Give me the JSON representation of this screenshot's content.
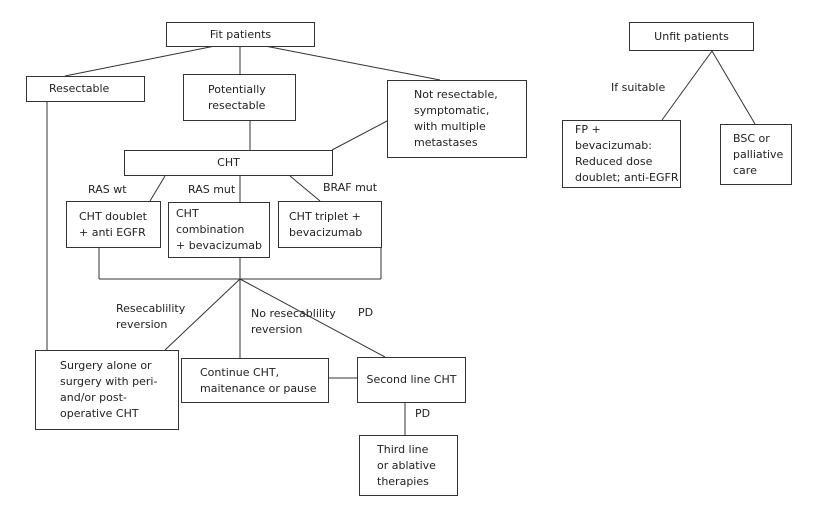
{
  "boxes": {
    "fit_patients": "Fit patients",
    "unfit_patients": "Unfit patients",
    "resectable": "Resectable",
    "potentially_resectable": "Potentially\nresectable",
    "not_resectable": "Not resectable,\nsymptomatic,\nwith multiple\nmetastases",
    "cht": "CHT",
    "cht_doublet": "CHT doublet\n+ anti EGFR",
    "cht_combination": "CHT combination\n+ bevacizumab",
    "cht_triplet": "CHT triplet +\nbevacizumab",
    "fp_bevacizumab": "FP + bevacizumab:\nReduced dose\ndoublet; anti-EGFR",
    "bsc": "BSC or\npalliative\ncare",
    "surgery": "Surgery alone or\nsurgery with peri-\nand/or post-\noperative CHT",
    "continue_cht": "Continue CHT,\nmaitenance or pause",
    "second_line": "Second line CHT",
    "third_line": "Third line\nor ablative\ntherapies"
  },
  "labels": {
    "if_suitable": "If suitable",
    "ras_wt": "RAS wt",
    "ras_mut": "RAS mut",
    "braf_mut": "BRAF mut",
    "resectability_reversion": "Resecablility\nreversion",
    "no_resectability_reversion": "No resecablility\nreversion",
    "pd_1": "PD",
    "pd_2": "PD"
  },
  "style": {
    "line_color": "#333333"
  }
}
